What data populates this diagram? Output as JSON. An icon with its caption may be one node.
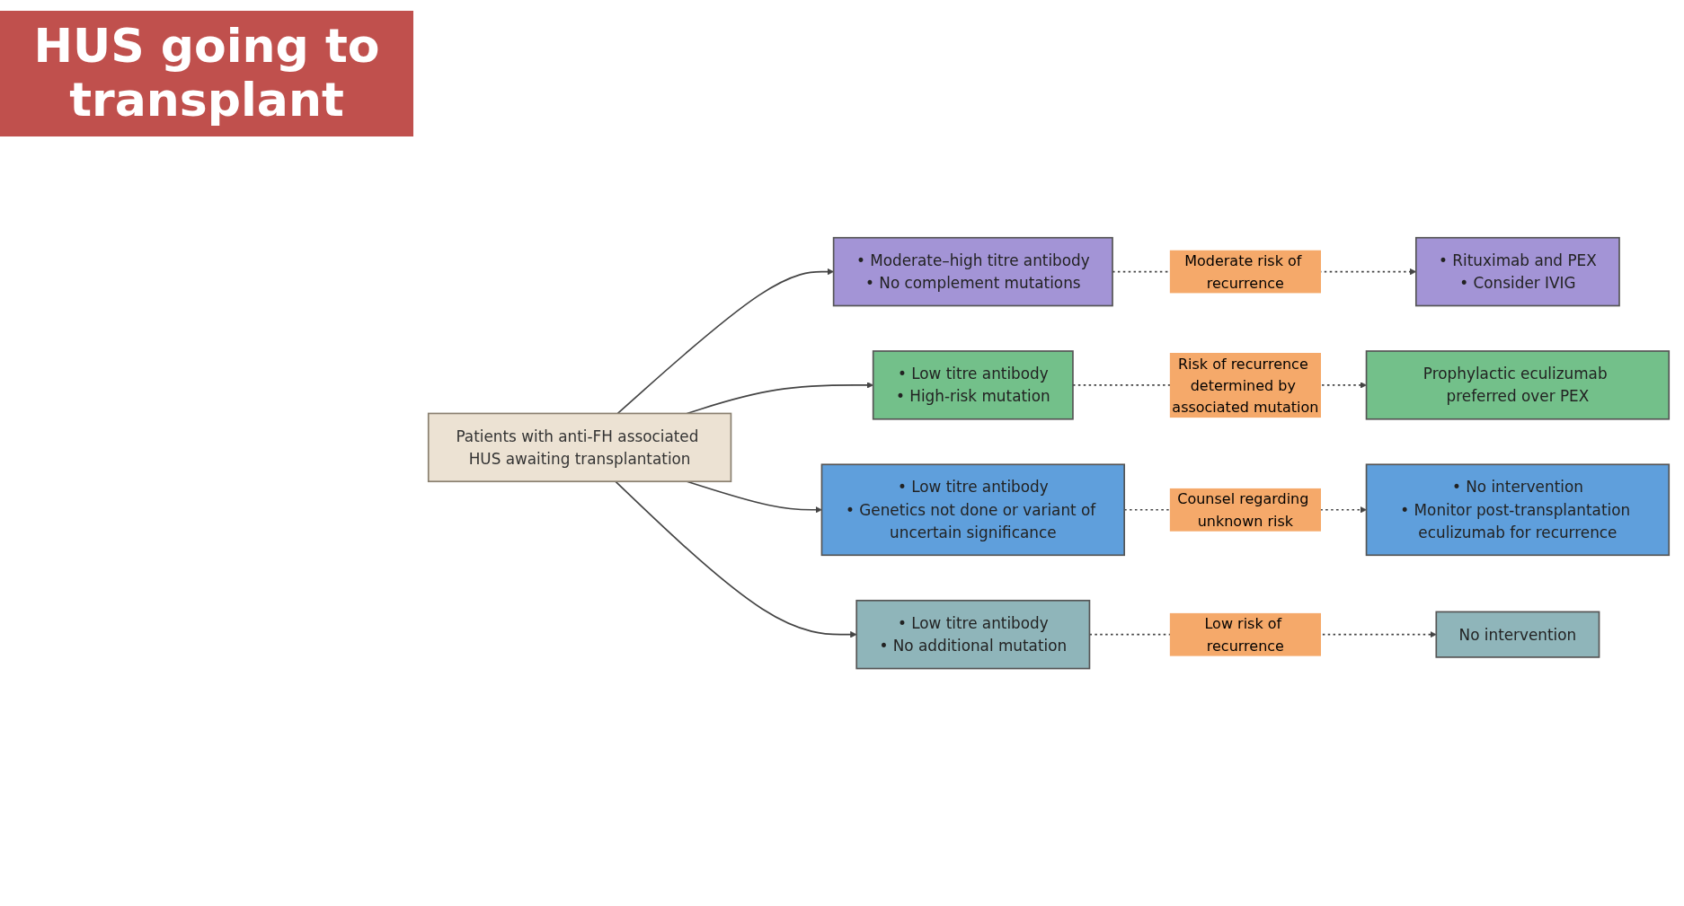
{
  "diagram": {
    "title": "HUS going to transplant",
    "nodes": [
      {
        "text": [
          "Patients with anti-FH associated HUS awaiting transplantation"
        ]
      },
      {
        "text": [
          "• Moderate–high titre antibody",
          "• No complement mutations"
        ]
      },
      {
        "text": [
          "• Rituximab and PEX",
          "• Consider IVIG"
        ]
      },
      {
        "text": [
          "• Low titre antibody",
          "• High-risk mutation"
        ]
      },
      {
        "text": [
          "Prophylactic eculizumab preferred over PEX"
        ]
      },
      {
        "text": [
          "• Low titre antibody",
          "• Genetics not done or variant of uncertain significance"
        ]
      },
      {
        "text": [
          "• No intervention",
          "• Monitor post-transplantation eculizumab for recurrence"
        ]
      },
      {
        "text": [
          "• Low titre antibody",
          "• No additional mutation"
        ]
      },
      {
        "text": [
          "No intervention"
        ]
      }
    ],
    "edges": [
      {
        "from": 0,
        "to": 1,
        "arrow": "to"
      },
      {
        "from": 0,
        "to": 3,
        "arrow": "to"
      },
      {
        "from": 0,
        "to": 5,
        "arrow": "to"
      },
      {
        "from": 0,
        "to": 7,
        "arrow": "to"
      },
      {
        "from": 1,
        "to": 2,
        "arrow": "to",
        "style": "dashed",
        "label": "Moderate risk of recurrence"
      },
      {
        "from": 3,
        "to": 4,
        "arrow": "to",
        "style": "dashed",
        "label": "Risk of recurrence determined by associated mutation"
      },
      {
        "from": 5,
        "to": 6,
        "arrow": "to",
        "style": "dashed",
        "label": "Counsel regarding unknown risk"
      },
      {
        "from": 7,
        "to": 8,
        "arrow": "to",
        "style": "dashed",
        "label": "Low risk of recurrence"
      }
    ]
  }
}
